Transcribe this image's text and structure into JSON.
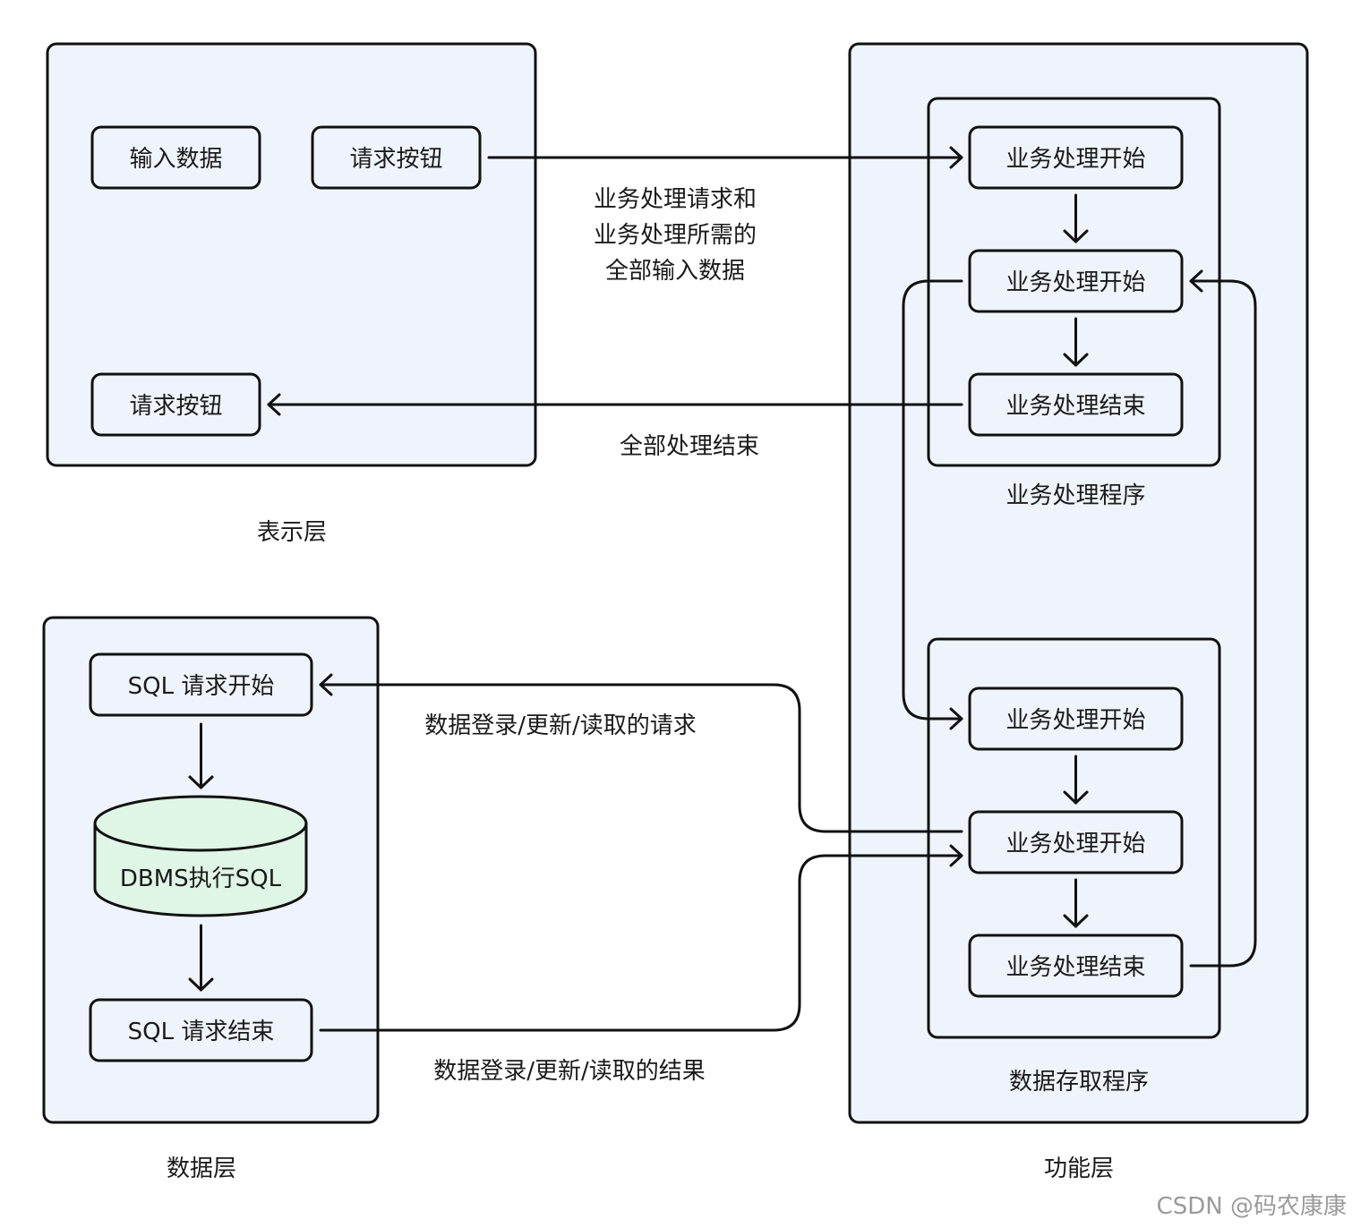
{
  "layers": {
    "presentation": {
      "caption": "表示层",
      "input_data": "输入数据",
      "request_button_top": "请求按钮",
      "request_button_bottom": "请求按钮"
    },
    "function": {
      "caption": "功能层",
      "business_program": {
        "caption": "业务处理程序",
        "start_1": "业务处理开始",
        "start_2": "业务处理开始",
        "end": "业务处理结束"
      },
      "data_access_program": {
        "caption": "数据存取程序",
        "start_1": "业务处理开始",
        "start_2": "业务处理开始",
        "end": "业务处理结束"
      }
    },
    "data": {
      "caption": "数据层",
      "sql_start": "SQL 请求开始",
      "dbms": "DBMS执行SQL",
      "sql_end": "SQL 请求结束"
    }
  },
  "edge_labels": {
    "request_line1": "业务处理请求和",
    "request_line2": "业务处理所需的",
    "request_line3": "全部输入数据",
    "all_done": "全部处理结束",
    "data_request": "数据登录/更新/读取的请求",
    "data_result": "数据登录/更新/读取的结果"
  },
  "watermark": "CSDN @码农康康"
}
